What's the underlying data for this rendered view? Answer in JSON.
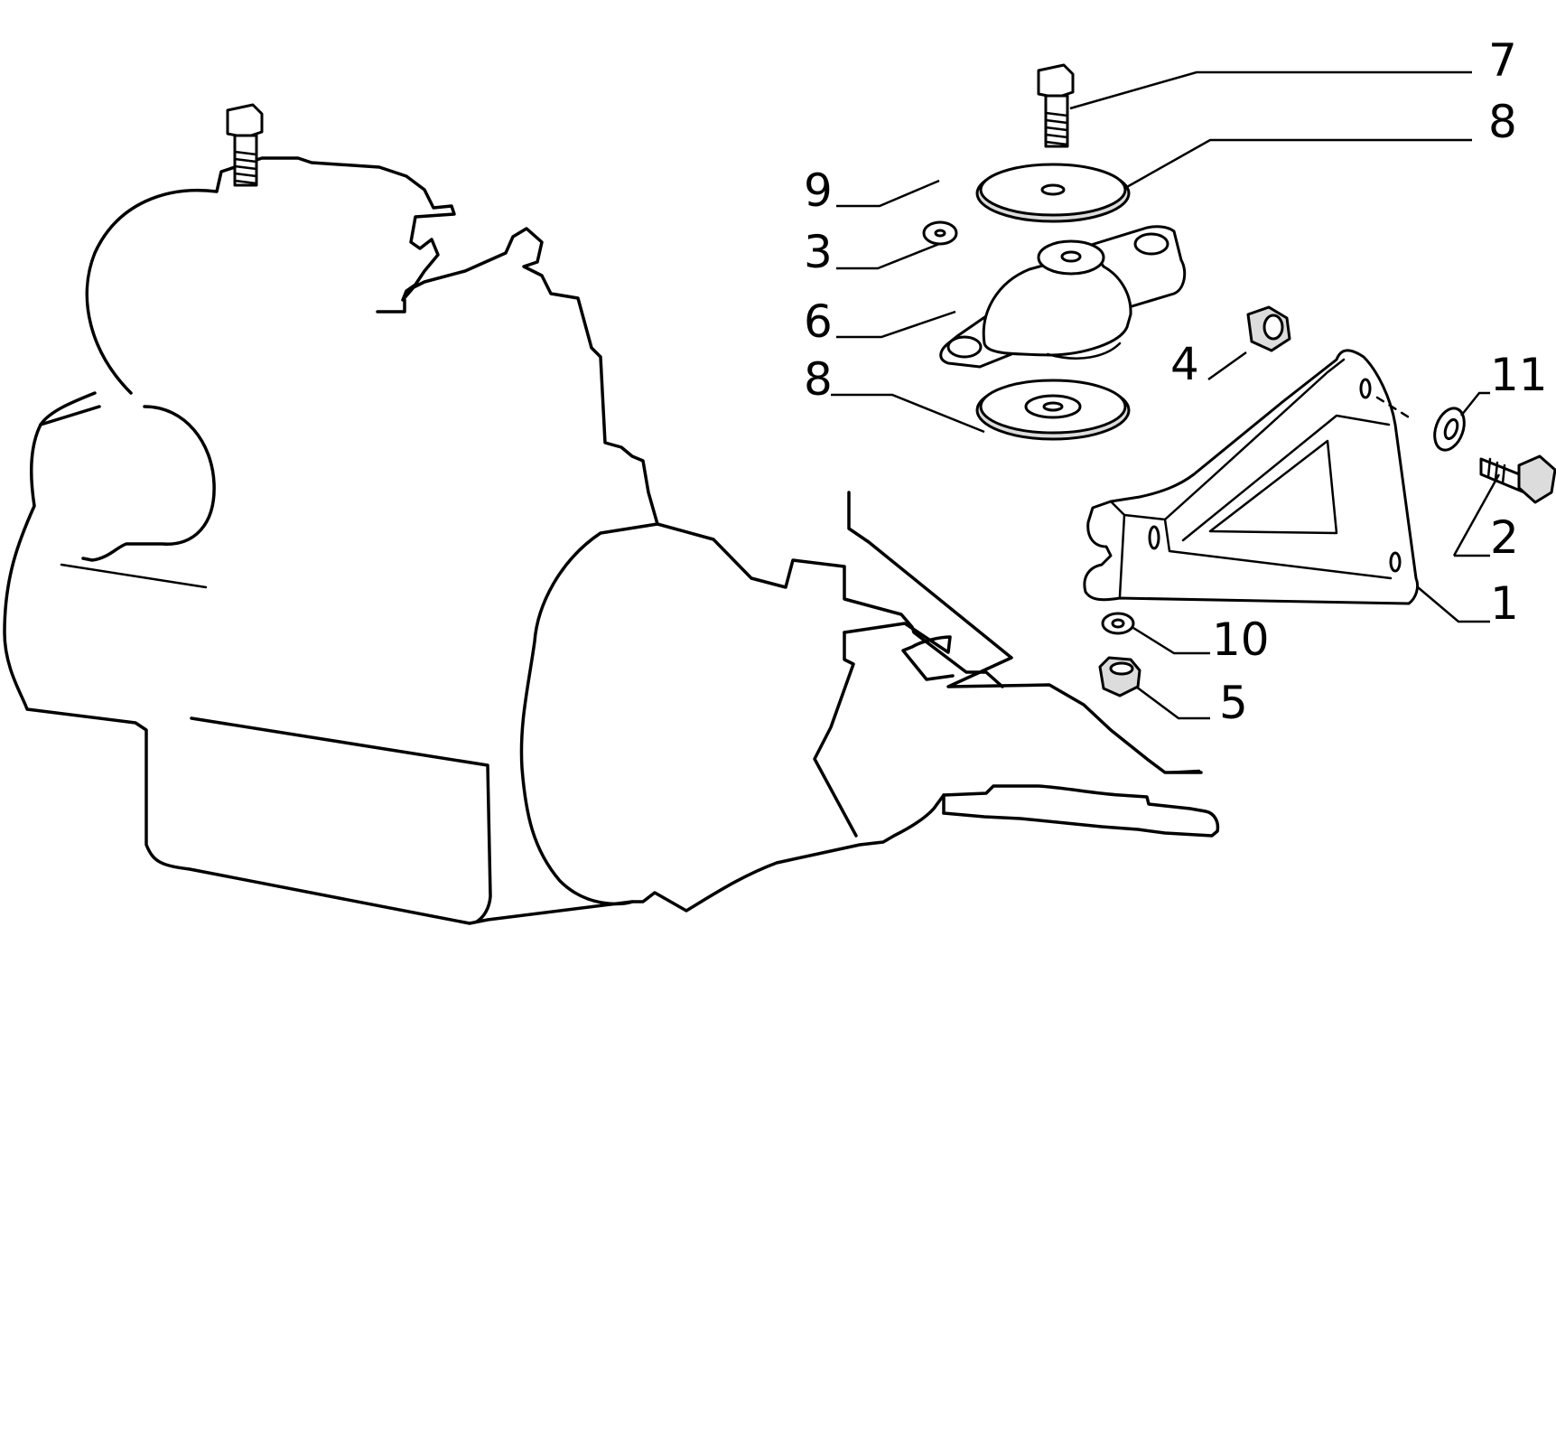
{
  "callouts": [
    {
      "id": "7",
      "label": "7"
    },
    {
      "id": "8a",
      "label": "8"
    },
    {
      "id": "9",
      "label": "9"
    },
    {
      "id": "3",
      "label": "3"
    },
    {
      "id": "6",
      "label": "6"
    },
    {
      "id": "8b",
      "label": "8"
    },
    {
      "id": "4",
      "label": "4"
    },
    {
      "id": "11",
      "label": "11"
    },
    {
      "id": "2",
      "label": "2"
    },
    {
      "id": "1",
      "label": "1"
    },
    {
      "id": "10",
      "label": "10"
    },
    {
      "id": "5",
      "label": "5"
    }
  ],
  "icons": {
    "engine": "engine-outline-icon",
    "bolt": "bolt-icon",
    "washer": "washer-icon",
    "nut": "nut-icon",
    "mount": "rubber-mount-icon",
    "bracket": "bracket-icon"
  }
}
